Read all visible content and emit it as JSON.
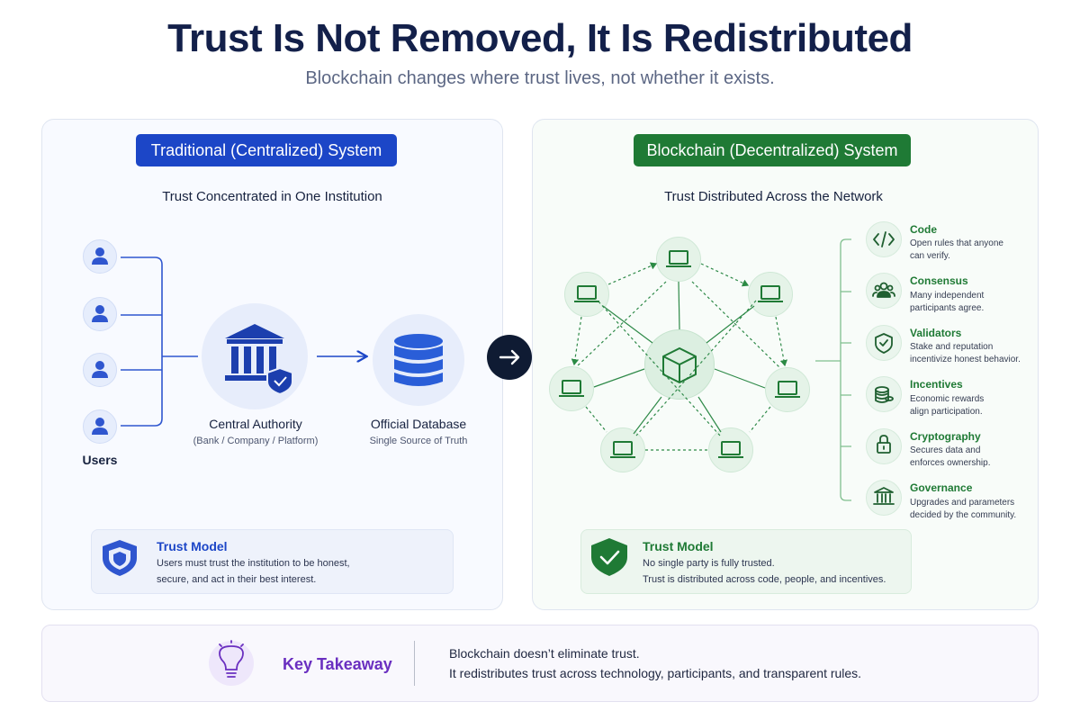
{
  "title": "Trust Is Not Removed, It Is Redistributed",
  "subtitle": "Blockchain changes where trust lives, not whether it exists.",
  "colors": {
    "blue": "#1c46c7",
    "green": "#1f7a35",
    "purple": "#6a2fc0",
    "dark": "#0f1b33"
  },
  "left": {
    "badge": "Traditional (Centralized) System",
    "heading": "Trust Concentrated in One Institution",
    "users_label": "Users",
    "authority": {
      "label": "Central Authority",
      "sub": "(Bank / Company / Platform)",
      "icon": "bank-shield-icon"
    },
    "database": {
      "label": "Official Database",
      "sub": "Single Source of Truth",
      "icon": "database-icon"
    },
    "trust_model": {
      "title": "Trust Model",
      "line1": "Users must trust the institution to be honest,",
      "line2": "secure, and act in their best interest."
    }
  },
  "right": {
    "badge": "Blockchain (Decentralized) System",
    "heading": "Trust Distributed Across the Network",
    "features": [
      {
        "title": "Code",
        "line1": "Open rules that anyone",
        "line2": "can verify.",
        "icon": "code-icon"
      },
      {
        "title": "Consensus",
        "line1": "Many independent",
        "line2": "participants agree.",
        "icon": "people-icon"
      },
      {
        "title": "Validators",
        "line1": "Stake and reputation",
        "line2": "incentivize honest behavior.",
        "icon": "shield-check-icon"
      },
      {
        "title": "Incentives",
        "line1": "Economic rewards",
        "line2": "align participation.",
        "icon": "coins-icon"
      },
      {
        "title": "Cryptography",
        "line1": "Secures data and",
        "line2": "enforces ownership.",
        "icon": "lock-icon"
      },
      {
        "title": "Governance",
        "line1": "Upgrades and parameters",
        "line2": "decided by the community.",
        "icon": "building-icon"
      }
    ],
    "trust_model": {
      "title": "Trust Model",
      "line1": "No single party is fully trusted.",
      "line2": "Trust is distributed across code, people, and incentives."
    }
  },
  "takeaway": {
    "label": "Key Takeaway",
    "line1": "Blockchain doesn’t eliminate trust.",
    "line2": "It redistributes trust across technology, participants, and transparent rules."
  }
}
